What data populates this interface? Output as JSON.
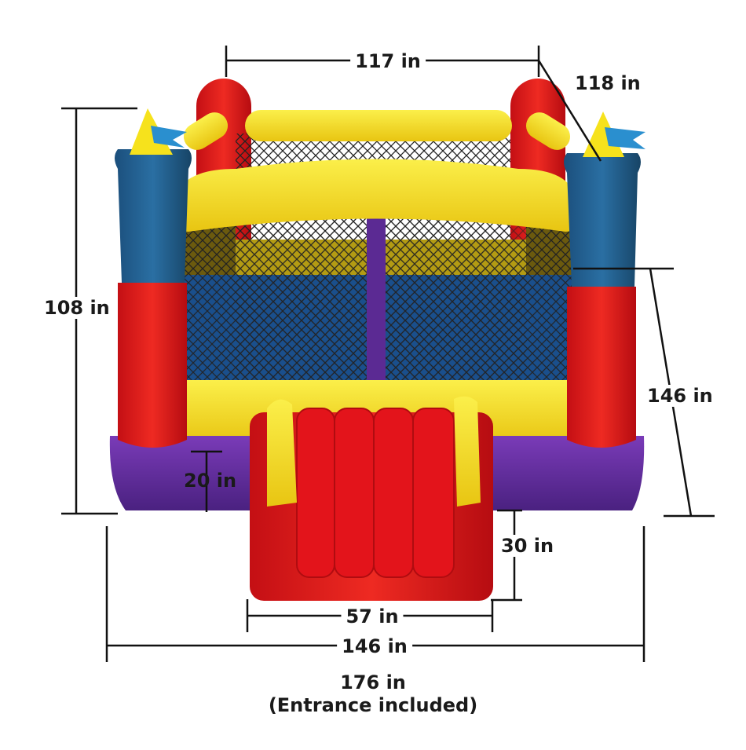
{
  "dimensions": {
    "top_width": "117 in",
    "top_depth": "118 in",
    "height_overall": "108 in",
    "side_depth": "146 in",
    "base_height": "20 in",
    "slide_height": "30 in",
    "slide_width": "57 in",
    "base_width": "146 in",
    "total_length": "176 in",
    "total_length_note": "(Entrance included)"
  },
  "colors": {
    "red": "#e3141b",
    "yellow": "#f6e21c",
    "blue": "#1d5a8a",
    "purple": "#5b2a93",
    "net": "#222222",
    "floor": "#1a4f8c"
  }
}
